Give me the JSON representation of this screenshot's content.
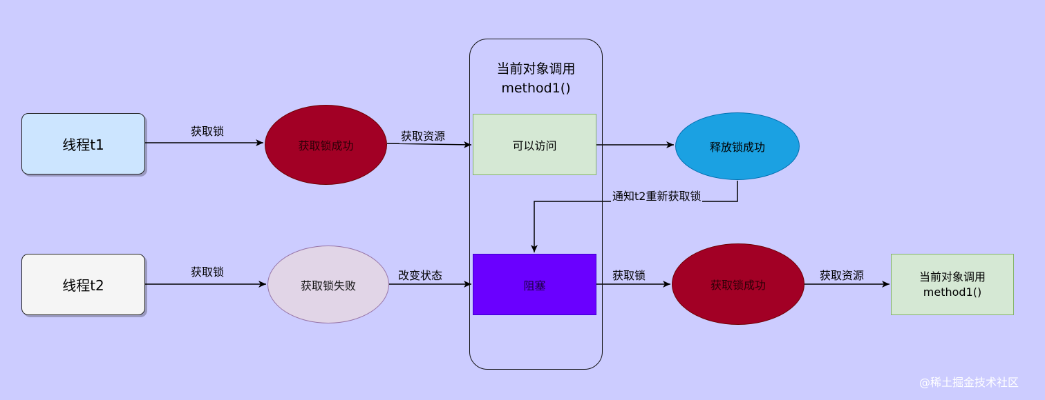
{
  "container": {
    "title": "当前对象调用\nmethod1()"
  },
  "nodes": {
    "thread_t1": "线程t1",
    "thread_t2": "线程t2",
    "acquire_success_1": "获取锁成功",
    "accessible": "可以访问",
    "release_success": "释放锁成功",
    "acquire_fail": "获取锁失败",
    "blocked": "阻塞",
    "acquire_success_2": "获取锁成功",
    "final_call": "当前对象调用\nmethod1()"
  },
  "edges": {
    "t1_acquire": "获取锁",
    "get_resource_1": "获取资源",
    "notify_t2": "通知t2重新获取锁",
    "t2_acquire": "获取锁",
    "change_state": "改变状态",
    "blocked_acquire": "获取锁",
    "get_resource_2": "获取资源"
  },
  "watermark": "@稀土掘金技术社区",
  "colors": {
    "background": "#ccccff",
    "thread_t1": "#cce5ff",
    "thread_t2": "#f5f5f5",
    "success": "#a20025",
    "release": "#1ba1e2",
    "fail": "#e1d5e7",
    "green_box": "#d5e8d4",
    "blocked": "#6a00ff"
  }
}
